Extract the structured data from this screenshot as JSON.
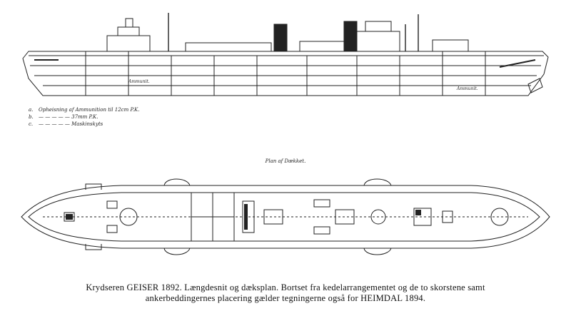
{
  "legend": {
    "items": [
      {
        "key": "a.",
        "text": "Opheisning af Ammunition til 12cm P.K."
      },
      {
        "key": "b.",
        "text": "— — — — — 37mm P.K."
      },
      {
        "key": "c.",
        "text": "— — — — — Maskinskyts"
      }
    ]
  },
  "plan_title": "Plan af Dækket.",
  "profile_labels": {
    "compartment_1": "Ammunit.",
    "compartment_2": "Ammunit."
  },
  "caption": {
    "line1": "Krydseren GEISER 1892. Længdesnit og dæksplan. Bortset fra kedelarrangementet og de to skorstene samt",
    "line2": "ankerbeddingernes placering gælder tegningerne også for HEIMDAL 1894."
  }
}
